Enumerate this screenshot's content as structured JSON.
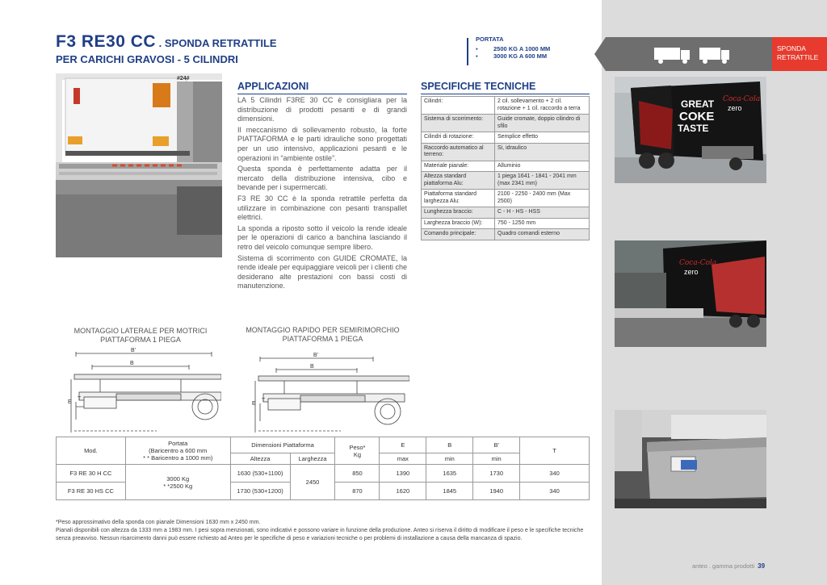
{
  "header": {
    "model": "F3 RE30 CC",
    "model_sep": " . ",
    "subtitle_1": "SPONDA RETRATTILE",
    "subtitle_2": "PER CARICHI GRAVOSI - 5 CILINDRI"
  },
  "portata": {
    "title": "PORTATA",
    "items": [
      "2500 KG A 1000 MM",
      "3000 KG A 600 MM"
    ],
    "bullet": "▪"
  },
  "side_tab": {
    "label_1": "SPONDA",
    "label_2": "RETRATTILE",
    "colors": {
      "accent": "#e63b2e",
      "arrow": "#6e6e6e"
    }
  },
  "applicazioni": {
    "title": "APPLICAZIONI",
    "paragraphs": [
      "LA 5 Cilindri F3RE 30 CC è consigliara per la distribuzione di prodotti pesanti e di grandi dimensioni.",
      "Il meccanismo di sollevamento robusto, la forte PIATTAFORMA e le parti idrauliche sono progettati per un uso intensivo, applicazioni pesanti e le operazioni in “ambiente ostile”.",
      "Questa sponda è perfettamente adatta per il mercato della distribuzione intensiva, cibo e bevande per i supermercati.",
      "F3 RE 30 CC è la sponda retrattile perfetta da utilizzare in combinazione con pesanti transpallet elettrici.",
      "La sponda a riposto sotto il veicolo la rende ideale per le operazioni di carico a banchina lasciando il retro del veicolo comunque sempre libero.",
      "Sistema di scorrimento con GUIDE CROMATE, la rende ideale per equipaggiare veicoli per i clienti che desiderano alte prestazioni con bassi costi di manutenzione."
    ]
  },
  "specifiche": {
    "title": "SPECIFICHE TECNICHE",
    "rows": [
      {
        "k": "Cilindri:",
        "v": "2 cil. sollevamento + 2 cil. rotazione + 1 cil. raccordo a terra"
      },
      {
        "k": "Sistema di scorrimento:",
        "v": "Guide cromate, doppio cilindro di sfilo"
      },
      {
        "k": "Cilindri di rotazione:",
        "v": "Semplice effetto"
      },
      {
        "k": "Raccordo automatico al terreno:",
        "v": "Si, idraulico"
      },
      {
        "k": "Materiale pianale:",
        "v": "Alluminio"
      },
      {
        "k": "Altezza standard piattaforma Alu:",
        "v": "1 piega 1641 - 1841 - 2041 mm (max 2341 mm)"
      },
      {
        "k": "Piattaforma standard larghezza Alu:",
        "v": "2100 - 2250 - 2400 mm (Max 2500)"
      },
      {
        "k": "Lunghezza braccio:",
        "v": "C - H - HS - HSS"
      },
      {
        "k": "Larghezza braccio (W):",
        "v": "750 - 1250 mm"
      },
      {
        "k": "Comando principale:",
        "v": "Quadro comandi esterno"
      }
    ]
  },
  "diagrams": {
    "left_title_1": "MONTAGGIO LATERALE PER MOTRICI",
    "left_title_2": "PIATTAFORMA 1 PIEGA",
    "right_title_1": "MONTAGGIO RAPIDO PER SEMIRIMORCHIO",
    "right_title_2": "PIATTAFORMA 1 PIEGA",
    "labels": {
      "b1": "B'",
      "b": "B",
      "e": "E",
      "t": "T"
    }
  },
  "photo_text": {
    "great": "GREAT",
    "coke": "COKE",
    "taste": "TASTE",
    "brand": "Coca-Cola",
    "zero": "zero",
    "plate": "#24#"
  },
  "table": {
    "h_mod": "Mod.",
    "h_portata_1": "Portata",
    "h_portata_2": "(Baricentro a 600 mm",
    "h_portata_3": "* * Baricentro a 1000 mm)",
    "h_dim": "Dimensioni Piattaforma",
    "h_peso_1": "Peso*",
    "h_peso_2": "Kg",
    "h_e": "E",
    "h_b": "B",
    "h_b1": "B'",
    "h_t": "T",
    "sh_alt": "Altezza",
    "sh_larg": "Larghezza",
    "sh_max": "max",
    "sh_min1": "min",
    "sh_min2": "min",
    "portata_1": "3000 Kg",
    "portata_2": "* *2500 Kg",
    "larghezza": "2450",
    "rows": [
      {
        "mod": "F3 RE 30 H   CC",
        "alt": "1630 (530+1100)",
        "peso": "850",
        "e": "1390",
        "b": "1635",
        "b1": "1730",
        "t": "340"
      },
      {
        "mod": "F3 RE 30 HS CC",
        "alt": "1730 (530+1200)",
        "peso": "870",
        "e": "1620",
        "b": "1845",
        "b1": "1940",
        "t": "340"
      }
    ]
  },
  "footnote": {
    "line1": "*Peso approssimativo della sponda con pianale Dimensioni 1630 mm x 2450 mm.",
    "line2": "Pianali disponibili con altezza da 1333 mm a 1983 mm. I pesi sopra menzionati, sono indicativi e possono variare in funzione della produzione. Anteo si riserva il diritto di modificare il peso e le specifiche tecniche senza preavviso. Nessun risarcimento danni può essere richiesto ad Anteo per le specifiche di peso e variazioni tecniche o per problemi di installazione a causa della mancanza di spazio."
  },
  "page": {
    "label": "anteo . gamma prodotti",
    "number": "39"
  }
}
